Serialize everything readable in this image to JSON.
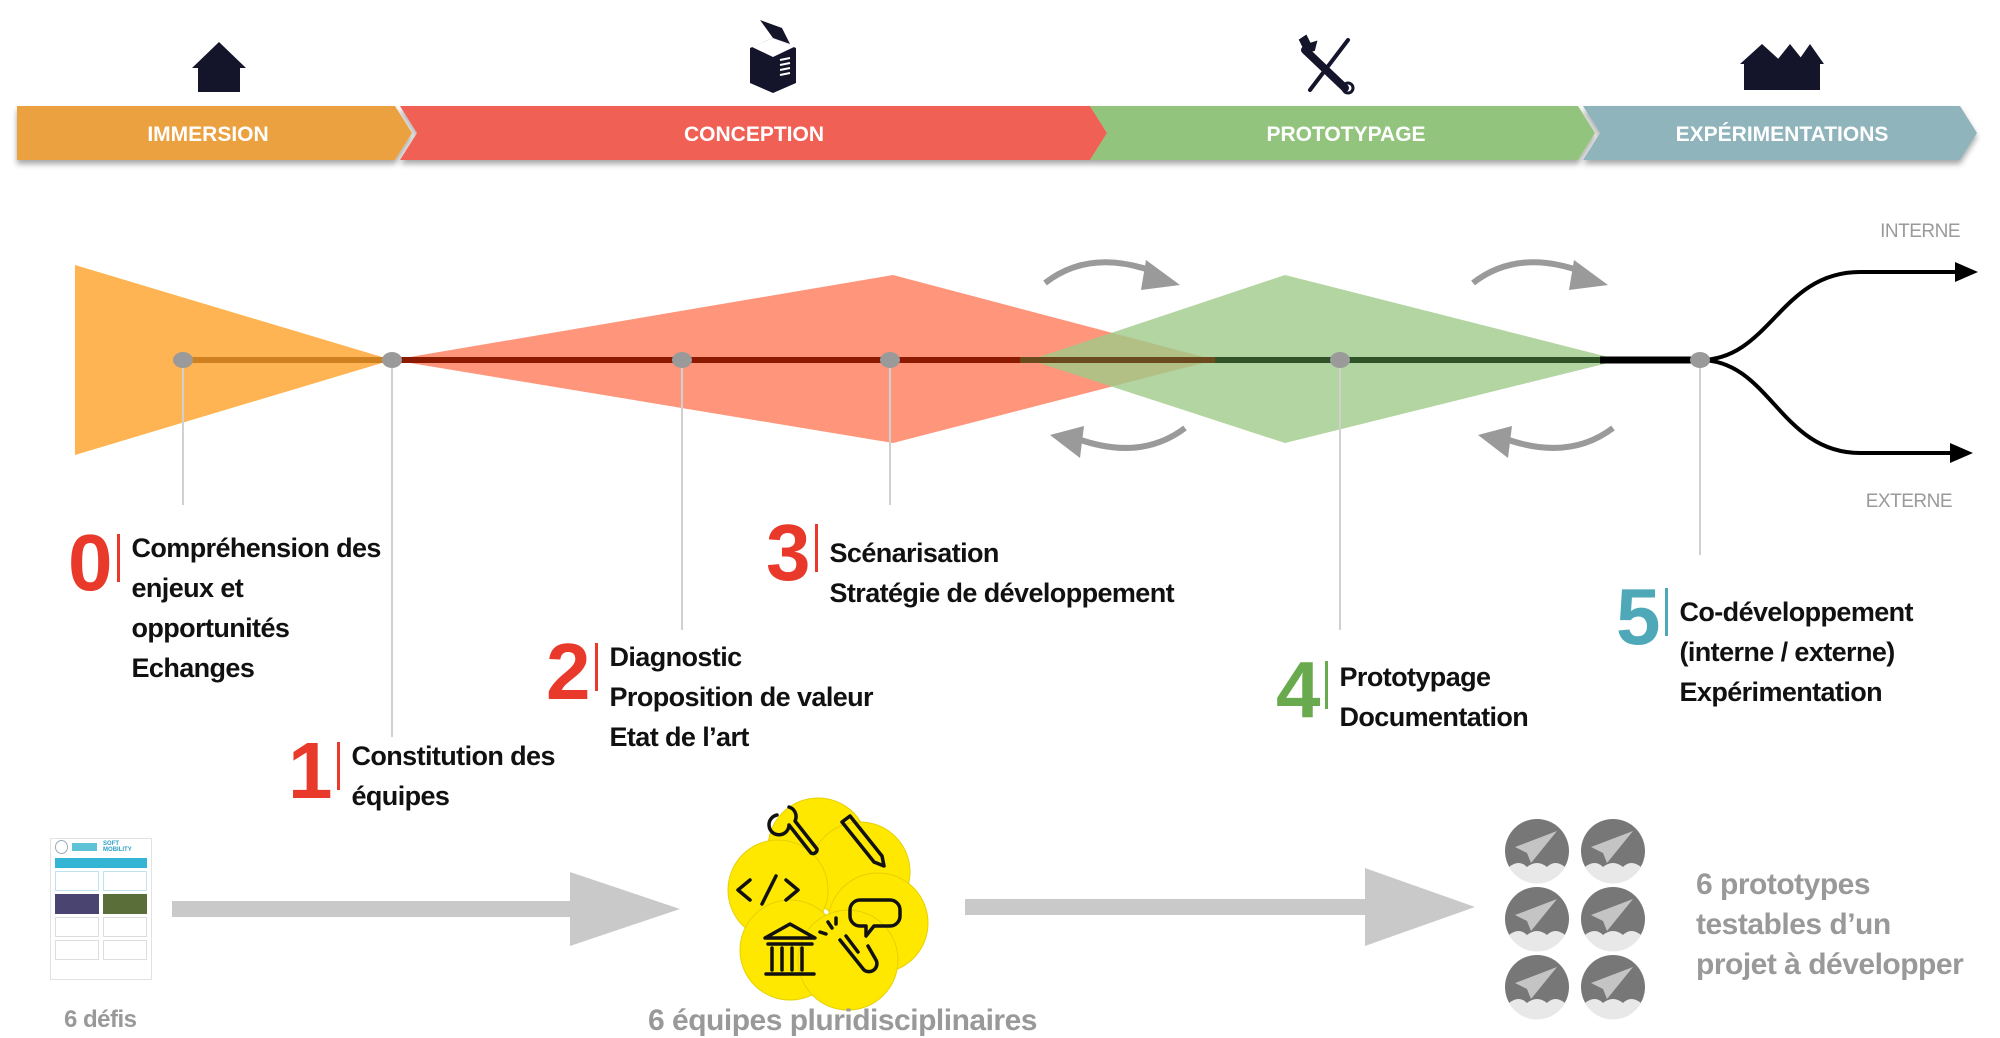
{
  "phases": [
    {
      "label": "IMMERSION",
      "color": "#EBA13F",
      "icon": "house-icon"
    },
    {
      "label": "CONCEPTION",
      "color": "#F06154",
      "icon": "open-box-icon"
    },
    {
      "label": "PROTOTYPAGE",
      "color": "#93C47D",
      "icon": "tools-icon"
    },
    {
      "label": "EXPÉRIMENTATIONS",
      "color": "#90B4BB",
      "icon": "houses-icon"
    }
  ],
  "branches": {
    "internal": "INTERNE",
    "external": "EXTERNE"
  },
  "steps": [
    {
      "number": "0",
      "color": "#E8392A",
      "lines": [
        "Compréhension des",
        "enjeux et",
        "opportunités",
        "Echanges"
      ]
    },
    {
      "number": "1",
      "color": "#E8392A",
      "lines": [
        "Constitution des",
        "équipes"
      ]
    },
    {
      "number": "2",
      "color": "#E8392A",
      "lines": [
        "Diagnostic",
        "Proposition de valeur",
        "Etat de l’art"
      ]
    },
    {
      "number": "3",
      "color": "#E8392A",
      "lines": [
        "Scénarisation",
        "Stratégie de développement"
      ]
    },
    {
      "number": "4",
      "color": "#6AAA4F",
      "lines": [
        "Prototypage",
        "Documentation"
      ]
    },
    {
      "number": "5",
      "color": "#4FA8B8",
      "lines": [
        "Co-développement",
        "(interne / externe)",
        "Expérimentation"
      ]
    }
  ],
  "outcomes": {
    "challenges": {
      "caption": "6 défis",
      "poster_title": "SOFT MOBILITY"
    },
    "teams": {
      "caption": "6 équipes pluridisciplinaires",
      "icons": [
        "wrench-icon",
        "pencil-icon",
        "code-icon",
        "chat-bubble-icon",
        "institution-icon",
        "hand-tap-icon"
      ]
    },
    "prototypes": {
      "caption_lines": [
        "6 prototypes",
        "testables d’un",
        "projet à développer"
      ],
      "count": 6,
      "icon": "paper-plane-icon"
    }
  }
}
